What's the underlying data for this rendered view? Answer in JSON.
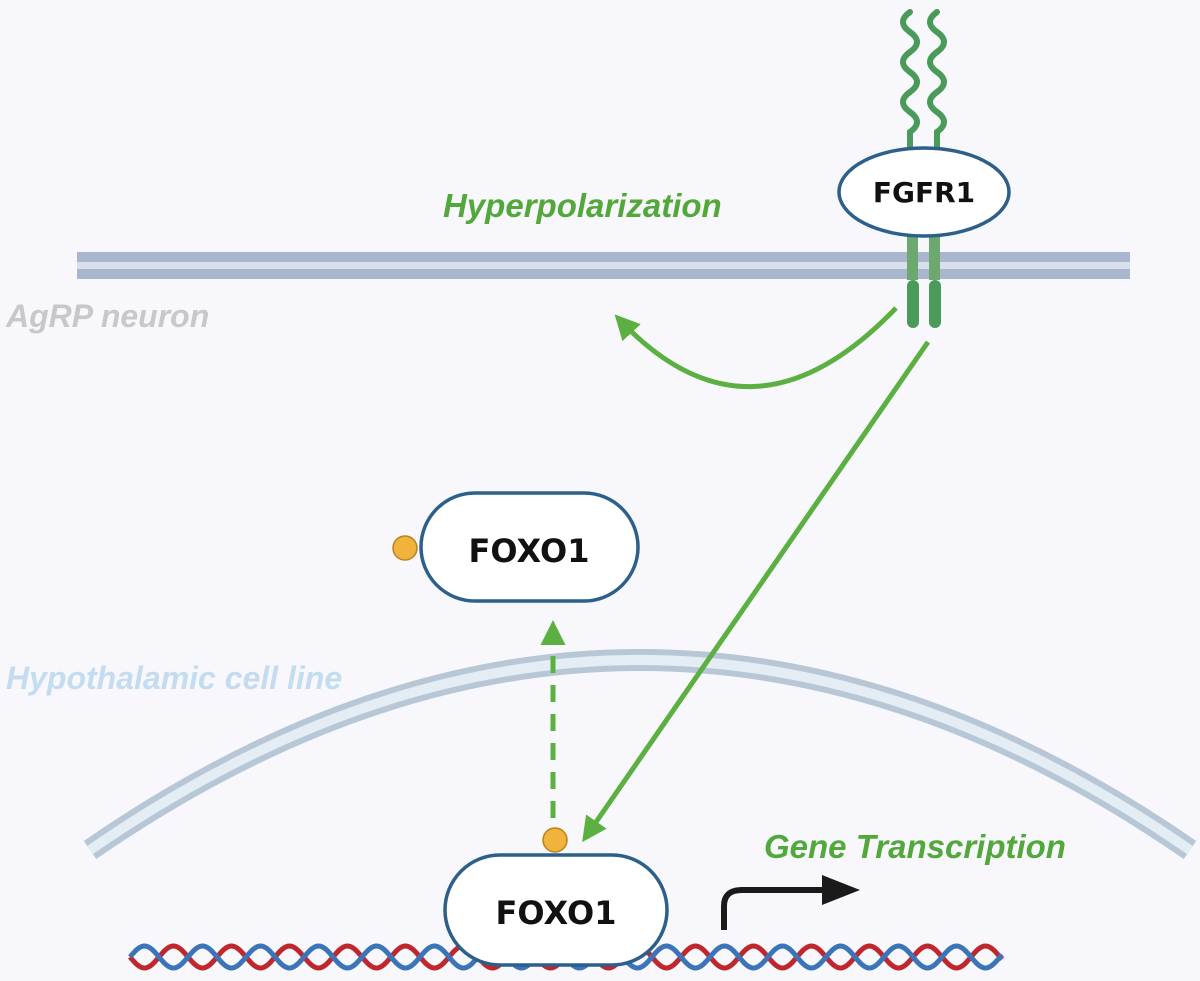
{
  "labels": {
    "hyperpolarization": "Hyperpolarization",
    "agrp_neuron": "AgRP neuron",
    "hypothalamic_cell_line": "Hypothalamic cell line",
    "gene_transcription": "Gene Transcription"
  },
  "nodes": {
    "fgfr1": "FGFR1",
    "foxo1_cytoplasm": "FOXO1",
    "foxo1_nucleus": "FOXO1"
  },
  "colors": {
    "background": "#f7f7fc",
    "arrow_green": "#5cb041",
    "label_green": "#52a83a",
    "receptor_green": "#4a9a5a",
    "membrane": "#a9b6cd",
    "membrane_line": "#8ea0bd",
    "nuclear_envelope": "#b7c7d6",
    "box_border": "#2c5f8a",
    "phosphate": "#f2b33d",
    "dna_red": "#c0272d",
    "dna_blue": "#3b74b8",
    "agrp_text": "#c8c8cc",
    "cell_line_text": "#c3dcf0"
  },
  "icons": [
    "phosphate-circle-icon",
    "dna-helix-icon",
    "transcription-start-arrow-icon",
    "receptor-chain-icon"
  ]
}
